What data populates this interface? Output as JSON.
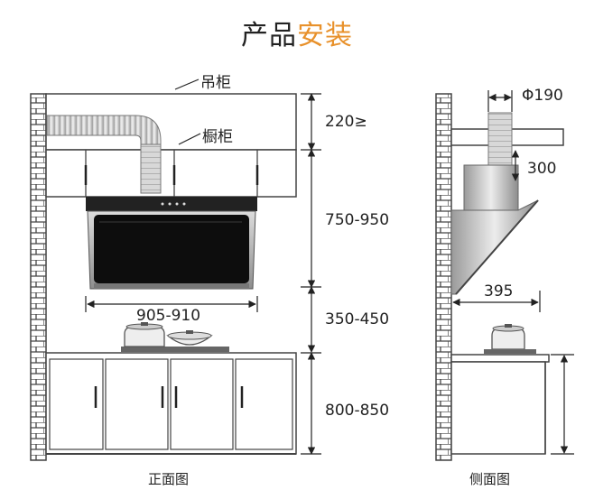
{
  "title": {
    "part1": "产品",
    "part2": "安装"
  },
  "labels": {
    "wall_cabinet": "吊柜",
    "cupboard": "橱柜",
    "gap_top": "220≥",
    "hood_height": "750-950",
    "hood_width": "905-910",
    "hood_to_stove": "350-450",
    "counter_height": "800-850",
    "duct_diameter": "Φ190",
    "collar_height": "300",
    "hood_depth": "395"
  },
  "captions": {
    "front": "正面图",
    "side": "侧面图"
  },
  "colors": {
    "title_accent": "#e8912b",
    "line": "#222222",
    "brick": "#555555"
  }
}
